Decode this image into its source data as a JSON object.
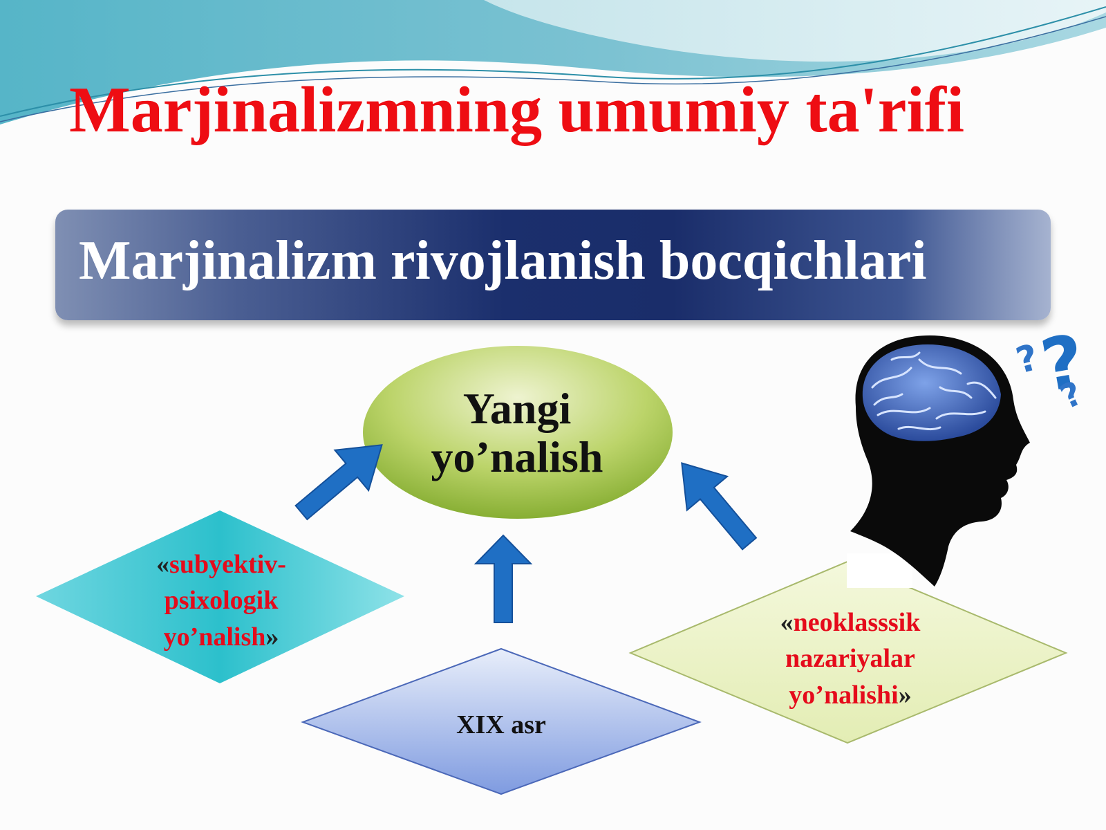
{
  "slide": {
    "title": "Marjinalizmning umumiy ta'rifi",
    "banner": "Marjinalizm rivojlanish bocqichlari"
  },
  "diagram": {
    "center": {
      "line1": "Yangi",
      "line2": "yo’nalish"
    },
    "left": {
      "open_quote": "«",
      "line1": "subyektiv-",
      "line2": "psixologik",
      "line3": "yo’nalish",
      "close_quote": "»"
    },
    "bottom": {
      "label": "XIX asr"
    },
    "right": {
      "open_quote": "«",
      "line1": "neoklasssik",
      "line2": "nazariyalar",
      "line3": "yo’nalishi",
      "close_quote": "»"
    },
    "icons": [
      "brain-head-icon",
      "question-marks-icon",
      "arrow-up-right-icon",
      "arrow-up-icon",
      "arrow-up-left-icon"
    ]
  },
  "colors": {
    "title": "#ee0d13",
    "accent_red": "#e50b1b",
    "banner": "#1b2f6d",
    "arrow": "#1f6fc4",
    "ellipse": "#a8c84a",
    "left_diamond": "#2cc0cc",
    "bottom_diamond": "#8aa6e3",
    "right_diamond": "#eef4c8"
  }
}
